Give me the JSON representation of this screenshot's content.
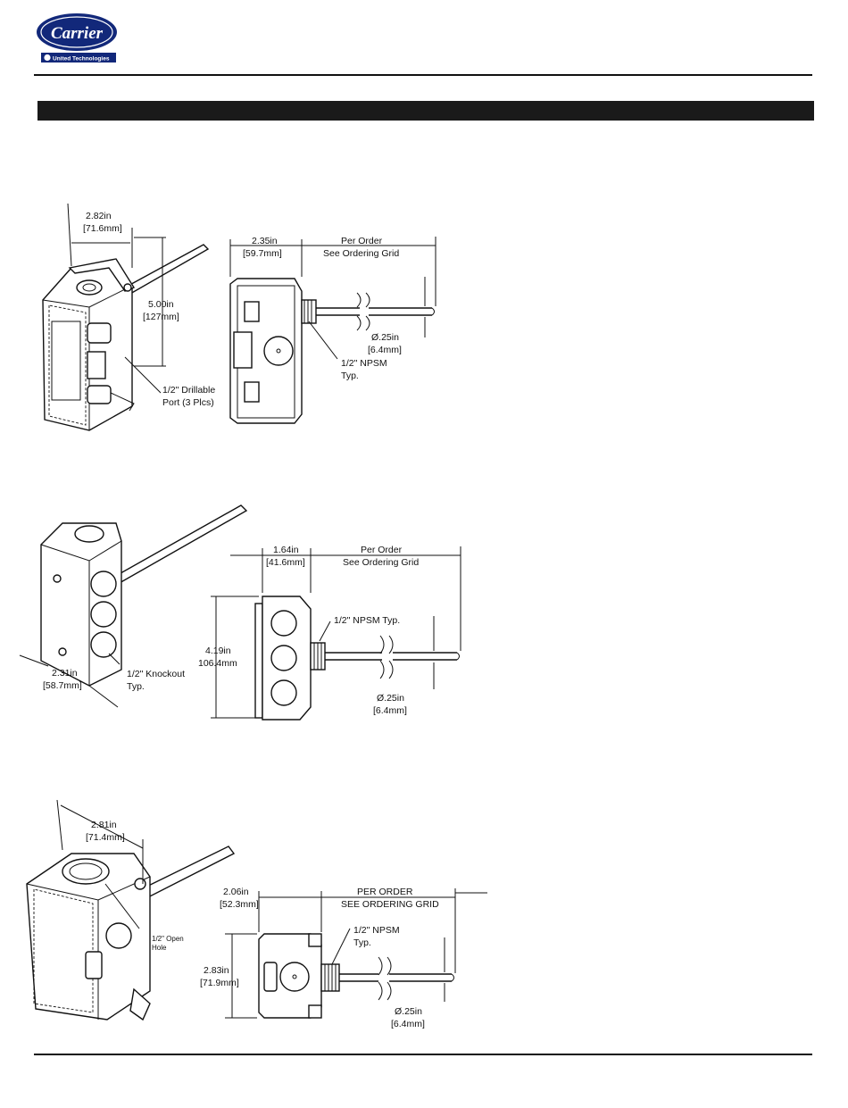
{
  "brand": {
    "name": "Carrier",
    "tagline": "United Technologies",
    "color": "#12287a"
  },
  "fig1": {
    "width_in": "2.82in",
    "width_mm": "[71.6mm]",
    "height_in": "5.00in",
    "height_mm": "[127mm]",
    "port": "1/2\" Drillable",
    "port2": "Port (3 Plcs)",
    "side_in": "2.35in",
    "side_mm": "[59.7mm]",
    "order1": "Per Order",
    "order2": "See Ordering Grid",
    "dia_in": "Ø.25in",
    "dia_mm": "[6.4mm]",
    "npsm1": "1/2\" NPSM",
    "npsm2": "Typ."
  },
  "fig2": {
    "width_in": "2.31in",
    "width_mm": "[58.7mm]",
    "knockout1": "1/2\" Knockout",
    "knockout2": "Typ.",
    "side_in": "1.64in",
    "side_mm": "[41.6mm]",
    "order1": "Per Order",
    "order2": "See Ordering Grid",
    "height_in": "4.19in",
    "height_mm": "106.4mm",
    "npsm": "1/2\" NPSM Typ.",
    "dia_in": "Ø.25in",
    "dia_mm": "[6.4mm]"
  },
  "fig3": {
    "width_in": "2.81in",
    "width_mm": "[71.4mm]",
    "hole1": "1/2\" Open",
    "hole2": "Hole",
    "side_in": "2.06in",
    "side_mm": "[52.3mm]",
    "order1": "PER ORDER",
    "order2": "SEE ORDERING GRID",
    "npsm1": "1/2\" NPSM",
    "npsm2": "Typ.",
    "height_in": "2.83in",
    "height_mm": "[71.9mm]",
    "dia_in": "Ø.25in",
    "dia_mm": "[6.4mm]"
  }
}
